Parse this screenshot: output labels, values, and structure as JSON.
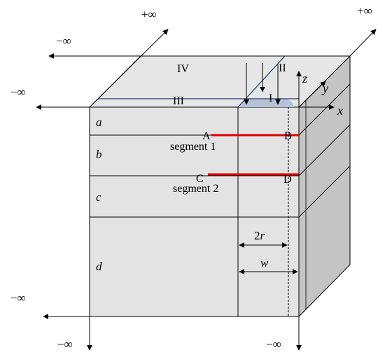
{
  "diagram": {
    "infinity": {
      "pos_top": "+∞",
      "pos_top_right": "+∞",
      "neg_top_left": "−∞",
      "neg_left_upper": "−∞",
      "neg_left_lower": "−∞",
      "neg_bottom_left": "−∞",
      "neg_bottom_right": "−∞"
    },
    "regions": {
      "I": "I",
      "II": "II",
      "III": "III",
      "IV": "IV"
    },
    "axes": {
      "x": "x",
      "y": "y",
      "z": "z"
    },
    "layers": {
      "a": "a",
      "b": "b",
      "c": "c",
      "d": "d"
    },
    "points": {
      "A": "A",
      "B": "B",
      "C": "C",
      "D": "D"
    },
    "segments": {
      "segment1": "segment 1",
      "segment2": "segment 2"
    },
    "dimensions": {
      "two_r_prefix": "2",
      "two_r_var": "r",
      "w": "w"
    },
    "colors": {
      "face_front": "#e3e3e3",
      "face_top": "#e6e6e6",
      "face_side": "#c4c4c4",
      "contact_patch": "#b7c2d6",
      "segment_line": "#e00000",
      "top_edge_lines": "#23346b",
      "outline": "#000000"
    }
  }
}
